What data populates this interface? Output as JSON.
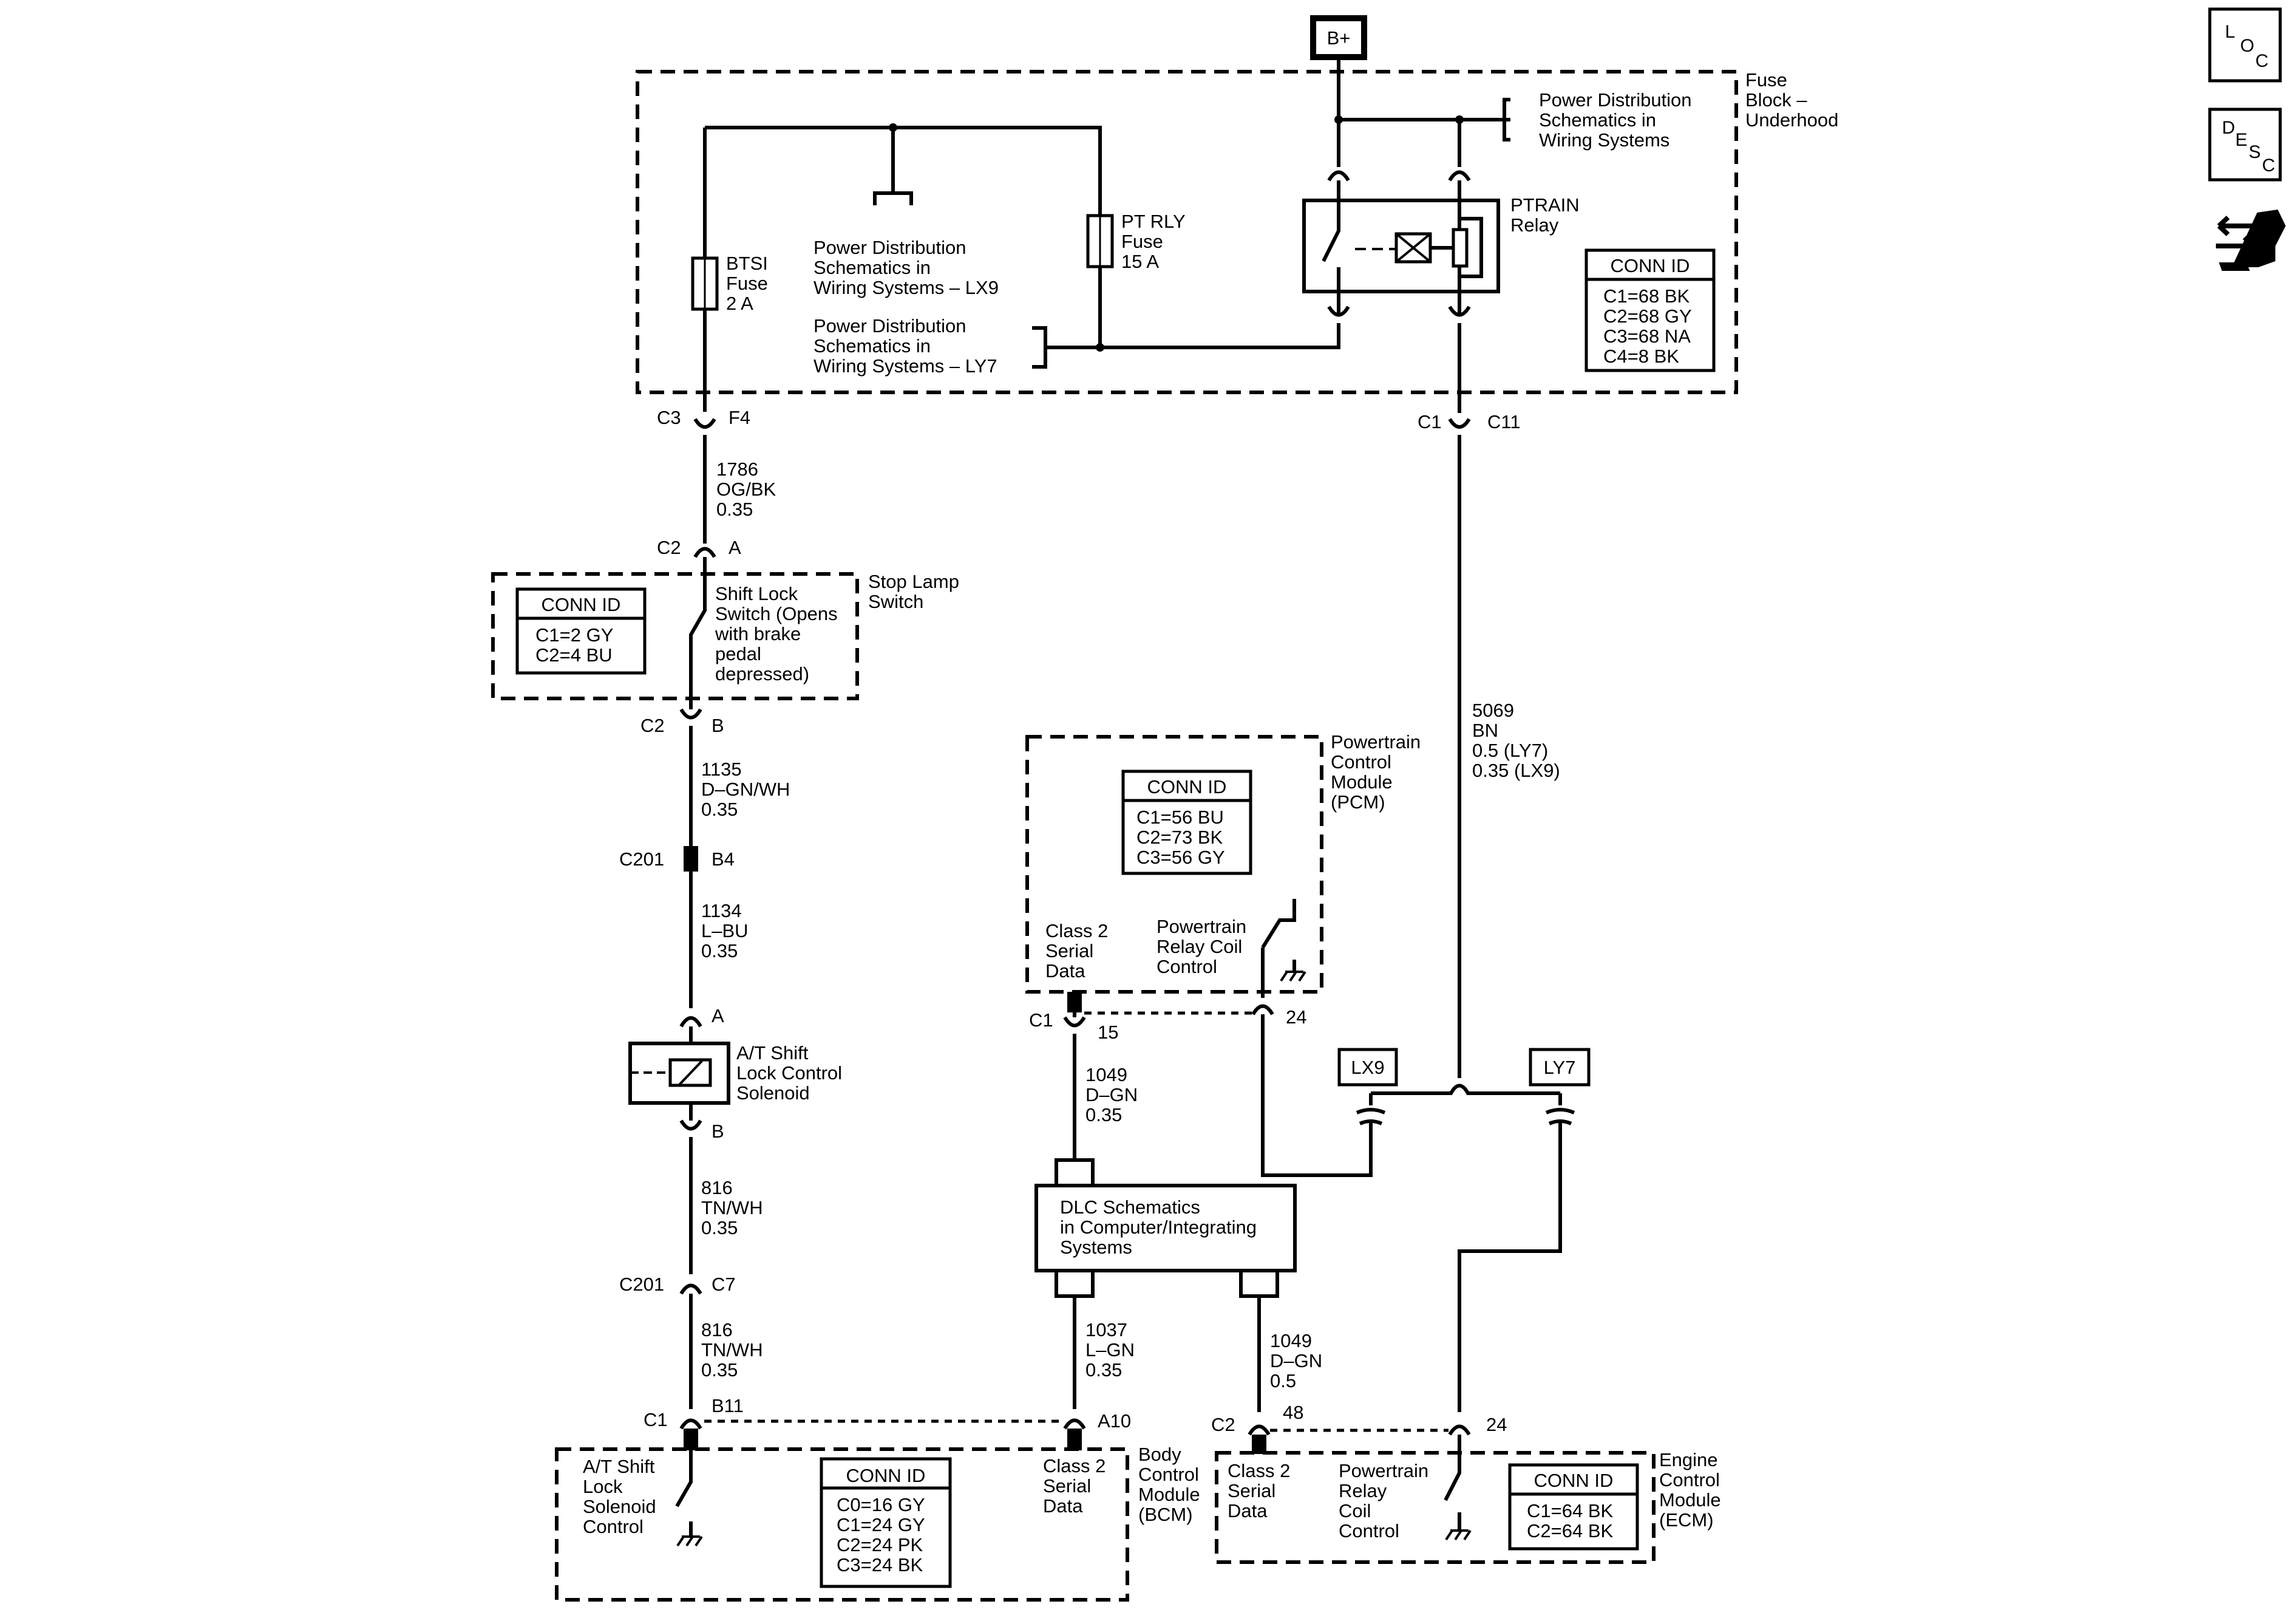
{
  "bplus": "B+",
  "fuse_block": {
    "l1": "Fuse",
    "l2": "Block –",
    "l3": "Underhood"
  },
  "pwr_dist_top": {
    "l1": "Power Distribution",
    "l2": "Schematics in",
    "l3": "Wiring  Systems"
  },
  "ptrain_relay": {
    "l1": "PTRAIN",
    "l2": "Relay"
  },
  "fuse_conn": {
    "title": "CONN ID",
    "rows": [
      "C1=68 BK",
      "C2=68 GY",
      "C3=68 NA",
      "C4=8 BK"
    ]
  },
  "btsi_fuse": {
    "l1": "BTSI",
    "l2": "Fuse",
    "l3": "2 A"
  },
  "pt_rly_fuse": {
    "l1": "PT RLY",
    "l2": "Fuse",
    "l3": "15 A"
  },
  "pwr_lx9": {
    "l1": "Power Distribution",
    "l2": "Schematics in",
    "l3": "Wiring  Systems – LX9"
  },
  "pwr_ly7": {
    "l1": "Power Distribution",
    "l2": "Schematics in",
    "l3": "Wiring  Systems – LY7"
  },
  "conn_c3": "C3",
  "pin_f4": "F4",
  "conn_c1_top": "C1",
  "pin_c11": "C11",
  "wire_1786": {
    "l1": "1786",
    "l2": "OG/BK",
    "l3": "0.35"
  },
  "conn_c2_a": "C2",
  "pin_a_top": "A",
  "stop_lamp": {
    "l1": "Stop Lamp",
    "l2": "Switch"
  },
  "stop_conn": {
    "title": "CONN ID",
    "rows": [
      "C1=2 GY",
      "C2=4 BU"
    ]
  },
  "shift_lock_sw": {
    "l1": "Shift Lock",
    "l2": "Switch (Opens",
    "l3": "with brake",
    "l4": "pedal",
    "l5": "depressed)"
  },
  "conn_c2_b": "C2",
  "pin_b_top": "B",
  "wire_1135": {
    "l1": "1135",
    "l2": "D–GN/WH",
    "l3": "0.35"
  },
  "conn_c201_a": "C201",
  "pin_b4": "B4",
  "wire_1134": {
    "l1": "1134",
    "l2": "L–BU",
    "l3": "0.35"
  },
  "pin_a_sol": "A",
  "solenoid": {
    "l1": "A/T Shift",
    "l2": "Lock Control",
    "l3": "Solenoid"
  },
  "pin_b_sol": "B",
  "wire_816a": {
    "l1": "816",
    "l2": "TN/WH",
    "l3": "0.35"
  },
  "conn_c201_b": "C201",
  "pin_c7": "C7",
  "wire_816b": {
    "l1": "816",
    "l2": "TN/WH",
    "l3": "0.35"
  },
  "conn_c1_bcm": "C1",
  "pin_b11": "B11",
  "pin_a10": "A10",
  "bcm_left": {
    "l1": "A/T Shift",
    "l2": "Lock",
    "l3": "Solenoid",
    "l4": "Control"
  },
  "bcm_conn": {
    "title": "CONN ID",
    "rows": [
      "C0=16 GY",
      "C1=24 GY",
      "C2=24 PK",
      "C3=24 BK"
    ]
  },
  "bcm_class2": {
    "l1": "Class 2",
    "l2": "Serial",
    "l3": "Data"
  },
  "bcm": {
    "l1": "Body",
    "l2": "Control",
    "l3": "Module",
    "l4": "(BCM)"
  },
  "pcm": {
    "l1": "Powertrain",
    "l2": "Control",
    "l3": "Module",
    "l4": "(PCM)"
  },
  "pcm_conn": {
    "title": "CONN ID",
    "rows": [
      "C1=56 BU",
      "C2=73 BK",
      "C3=56 GY"
    ]
  },
  "pcm_class2": {
    "l1": "Class 2",
    "l2": "Serial",
    "l3": "Data"
  },
  "pcm_relay": {
    "l1": "Powertrain",
    "l2": "Relay Coil",
    "l3": "Control"
  },
  "conn_c1_pcm": "C1",
  "pin_15": "15",
  "pin_24_pcm": "24",
  "wire_5069": {
    "l1": "5069",
    "l2": "BN",
    "l3": "0.5 (LY7)",
    "l4": "0.35 (LX9)"
  },
  "lx9": "LX9",
  "ly7": "LY7",
  "wire_1049a": {
    "l1": "1049",
    "l2": "D–GN",
    "l3": "0.35"
  },
  "dlc": {
    "l1": "DLC Schematics",
    "l2": "in Computer/Integrating",
    "l3": "Systems"
  },
  "wire_1037": {
    "l1": "1037",
    "l2": "L–GN",
    "l3": "0.35"
  },
  "wire_1049b": {
    "l1": "1049",
    "l2": "D–GN",
    "l3": "0.5"
  },
  "conn_c2_ecm": "C2",
  "pin_48": "48",
  "pin_24_ecm": "24",
  "ecm_class2": {
    "l1": "Class 2",
    "l2": "Serial",
    "l3": "Data"
  },
  "ecm_relay": {
    "l1": "Powertrain",
    "l2": "Relay",
    "l3": "Coil",
    "l4": "Control"
  },
  "ecm_conn": {
    "title": "CONN ID",
    "rows": [
      "C1=64 BK",
      "C2=64 BK"
    ]
  },
  "ecm": {
    "l1": "Engine",
    "l2": "Control",
    "l3": "Module",
    "l4": "(ECM)"
  },
  "nav_loc": {
    "a": "L",
    "b": "O",
    "c": "C"
  },
  "nav_desc": {
    "a": "D",
    "b": "E",
    "c": "S",
    "d": "C"
  }
}
